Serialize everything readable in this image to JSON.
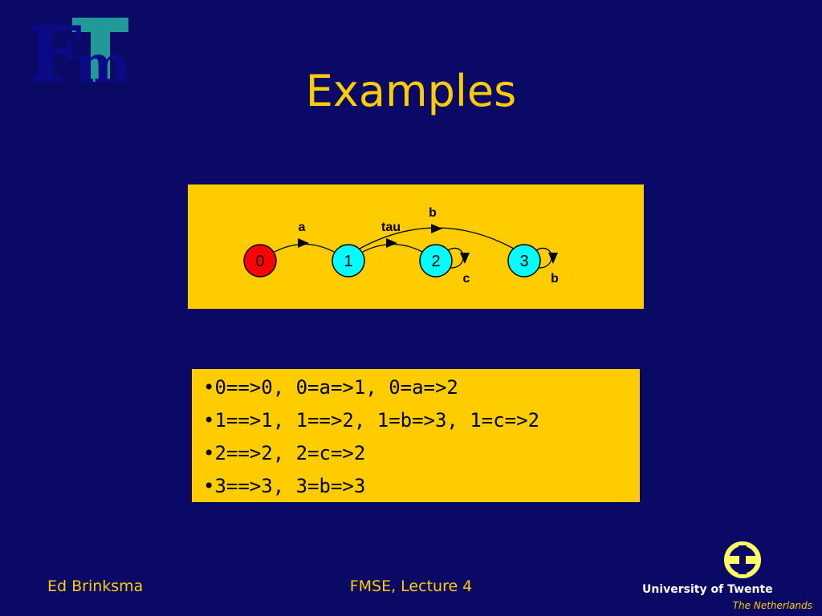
{
  "slide": {
    "title": "Examples"
  },
  "colors": {
    "background": "#0a0a66",
    "accent": "#ffcc00",
    "logo_dark": "#0a0a88",
    "logo_teal": "#229999",
    "initial_state": "#ff0000",
    "state": "#00ffff"
  },
  "diagram": {
    "states": [
      {
        "label": "0",
        "initial": true
      },
      {
        "label": "1",
        "initial": false
      },
      {
        "label": "2",
        "initial": false
      },
      {
        "label": "3",
        "initial": false
      }
    ],
    "transitions": [
      {
        "from": "0",
        "to": "1",
        "label": "a"
      },
      {
        "from": "1",
        "to": "2",
        "label": "tau"
      },
      {
        "from": "1",
        "to": "3",
        "label": "b"
      },
      {
        "from": "2",
        "to": "2",
        "label": "c"
      },
      {
        "from": "3",
        "to": "3",
        "label": "b"
      }
    ]
  },
  "examples": [
    "•0==>0, 0=a=>1, 0=a=>2",
    "•1==>1, 1==>2, 1=b=>3, 1=c=>2",
    "•2==>2, 2=c=>2",
    "•3==>3, 3=b=>3"
  ],
  "footer": {
    "author": "Ed Brinksma",
    "course": "FMSE, Lecture 4",
    "university": "University of Twente",
    "country": "The Netherlands"
  },
  "logos": {
    "fm_logo": "Fm",
    "ut_logo": "ut-logo-icon"
  }
}
